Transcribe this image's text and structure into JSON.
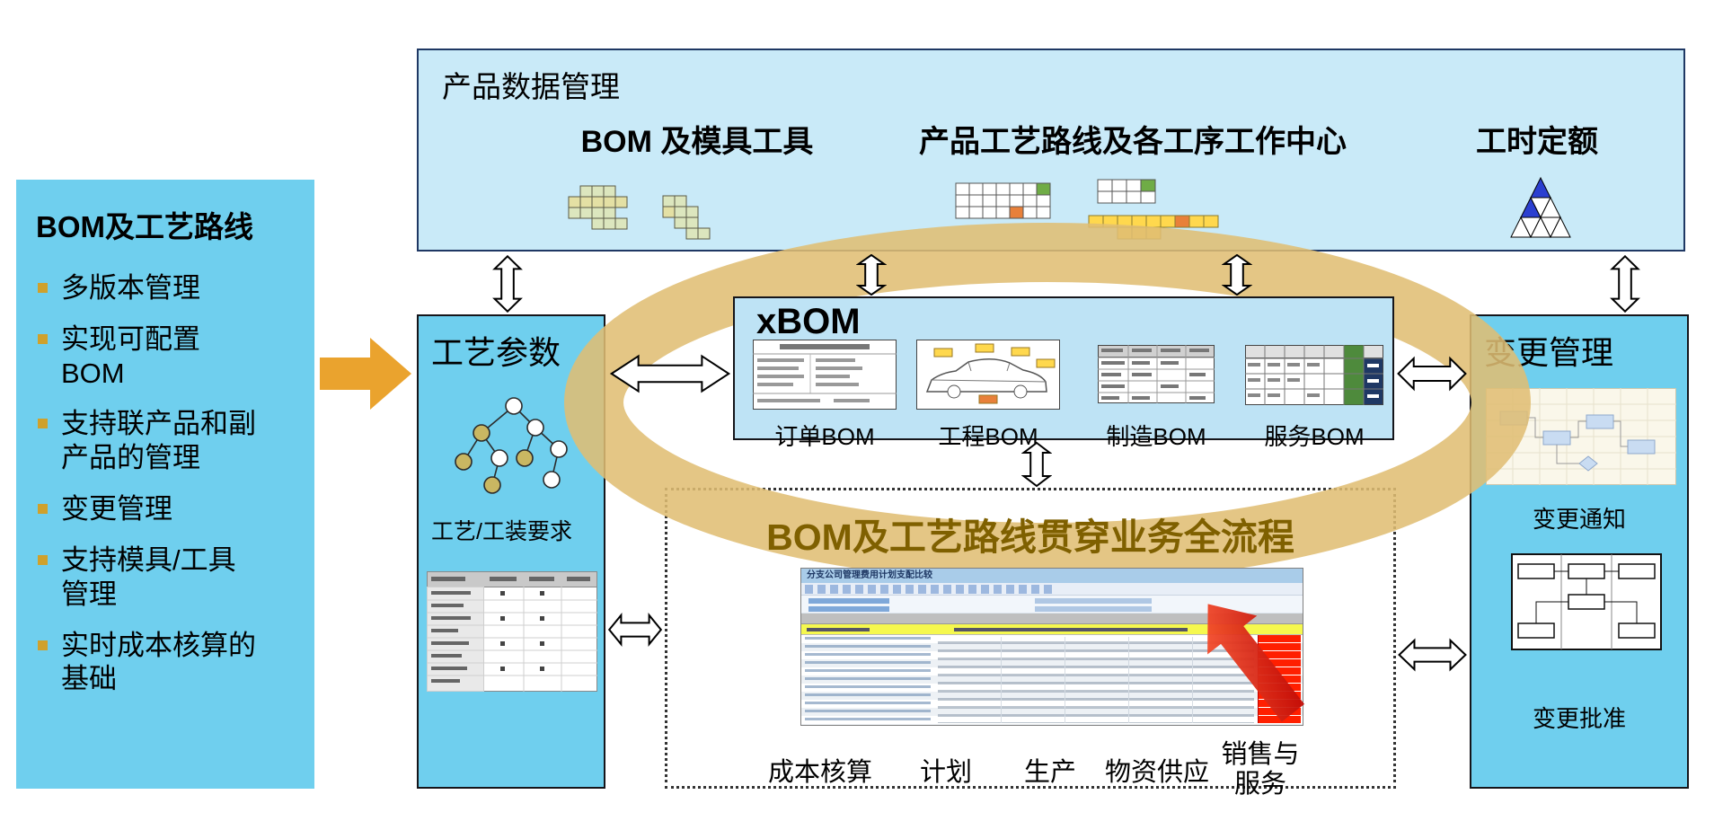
{
  "sidebar": {
    "title": "BOM及工艺路线",
    "items": [
      {
        "label": "多版本管理"
      },
      {
        "label": "实现可配置BOM"
      },
      {
        "label": "支持联产品和副产品的管理"
      },
      {
        "label": "变更管理"
      },
      {
        "label": "支持模具/工具管理"
      },
      {
        "label": "实时成本核算的基础"
      }
    ]
  },
  "pdm": {
    "title": "产品数据管理",
    "col1": "BOM 及模具工具",
    "col2": "产品工艺路线及各工序工作中心",
    "col3": "工时定额"
  },
  "process": {
    "title": "工艺参数",
    "caption": "工艺/工装要求"
  },
  "xbom": {
    "title": "xBOM",
    "items": [
      {
        "label": "订单BOM"
      },
      {
        "label": "工程BOM"
      },
      {
        "label": "制造BOM"
      },
      {
        "label": "服务BOM"
      }
    ]
  },
  "flow": {
    "title": "BOM及工艺路线贯穿业务全流程",
    "spreadsheet_title": "分支公司管理费用计划支配比较",
    "labels": [
      {
        "label": "成本核算"
      },
      {
        "label": "计划"
      },
      {
        "label": "生产"
      },
      {
        "label": "物资供应"
      },
      {
        "label": "销售与服务"
      }
    ]
  },
  "change": {
    "title": "变更管理",
    "caption_top": "变更通知",
    "caption_bottom": "变更批准"
  },
  "icons": {
    "right-arrow-icon": "solid block arrow pointing right",
    "bullet-square-icon": "small gold square list marker",
    "bom-grid-icon": "clusters of stacked table cells",
    "routing-tables-icon": "routing tables with green/orange/yellow cells",
    "pyramid-icon": "triangle subdivided pyramid, blue cells",
    "network-graph-icon": "node-link tree of circles",
    "double-arrow-icon": "white outlined two-way arrow",
    "lifecycle-ring-icon": "translucent tan ellipse ring",
    "red-arrow-icon": "red gradient arrow pointing up-left"
  },
  "colors": {
    "box_light_blue": "#C9EAF8",
    "box_medium_blue": "#6FCFEE",
    "xbom_blue": "#BEE3F5",
    "ring_tan": "#E0BE73",
    "arrow_orange": "#EAA32E",
    "flow_title_olive": "#7F6000",
    "bullet_gold": "#CFA12C",
    "status_green": "#6FAC46",
    "status_orange": "#E8803A",
    "status_yellow": "#FFD84D",
    "status_red": "#FF1F00"
  }
}
